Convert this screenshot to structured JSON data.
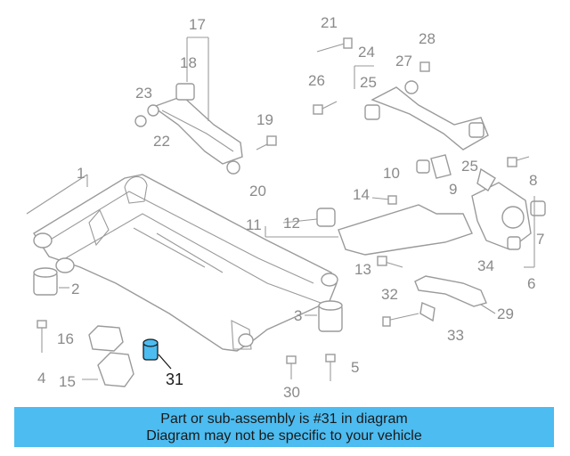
{
  "callouts": {
    "n1": "1",
    "n2": "2",
    "n3": "3",
    "n4": "4",
    "n5": "5",
    "n6": "6",
    "n7": "7",
    "n8": "8",
    "n9": "9",
    "n10": "10",
    "n11": "11",
    "n12": "12",
    "n13": "13",
    "n14": "14",
    "n15": "15",
    "n16": "16",
    "n17": "17",
    "n18": "18",
    "n19": "19",
    "n20": "20",
    "n21": "21",
    "n22": "22",
    "n23": "23",
    "n24": "24",
    "n25a": "25",
    "n25b": "25",
    "n26": "26",
    "n27": "27",
    "n28": "28",
    "n29": "29",
    "n30": "30",
    "n31": "31",
    "n32": "32",
    "n33": "33",
    "n34": "34"
  },
  "highlight": {
    "part_number": "31",
    "color": "#4dbcf0"
  },
  "banner": {
    "line1": "Part or sub-assembly is #31 in diagram",
    "line2": "Diagram may not be specific to your vehicle",
    "background": "#4dbcf0"
  }
}
